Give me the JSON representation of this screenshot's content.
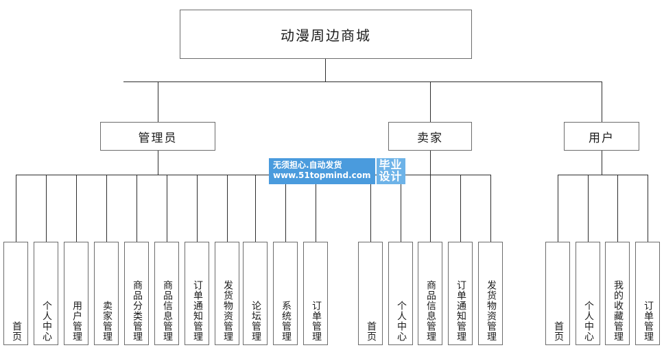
{
  "diagram": {
    "title": "动漫周边商城",
    "type": "organization-hierarchy-chart",
    "root": {
      "label": "动漫周边商城"
    },
    "branches": [
      {
        "id": "admin",
        "label": "管理员",
        "children": [
          {
            "label": "首页"
          },
          {
            "label": "个人中心"
          },
          {
            "label": "用户管理"
          },
          {
            "label": "卖家管理"
          },
          {
            "label": "商品分类管理"
          },
          {
            "label": "商品信息管理"
          },
          {
            "label": "订单通知管理"
          },
          {
            "label": "发货物资管理"
          },
          {
            "label": "论坛管理"
          },
          {
            "label": "系统管理"
          },
          {
            "label": "订单管理"
          }
        ]
      },
      {
        "id": "seller",
        "label": "卖家",
        "children": [
          {
            "label": "首页"
          },
          {
            "label": "个人中心"
          },
          {
            "label": "商品信息管理"
          },
          {
            "label": "订单通知管理"
          },
          {
            "label": "发货物资管理"
          }
        ]
      },
      {
        "id": "user",
        "label": "用户",
        "children": [
          {
            "label": "首页"
          },
          {
            "label": "个人中心"
          },
          {
            "label": "我的收藏管理"
          },
          {
            "label": "订单管理"
          }
        ]
      }
    ]
  },
  "watermark": {
    "line1": "无须担心.自动发货",
    "line2": "www.51topmind.com",
    "badge_line1": "毕业",
    "badge_line2": "设计",
    "bg_color": "#4a9bdd",
    "badge_color": "#6db3e8",
    "text_color": "#ffffff"
  },
  "colors": {
    "background": "#ffffff",
    "box_border": "#6b6b6b",
    "connector": "#2b2b2b",
    "text": "#1a1a1a"
  }
}
